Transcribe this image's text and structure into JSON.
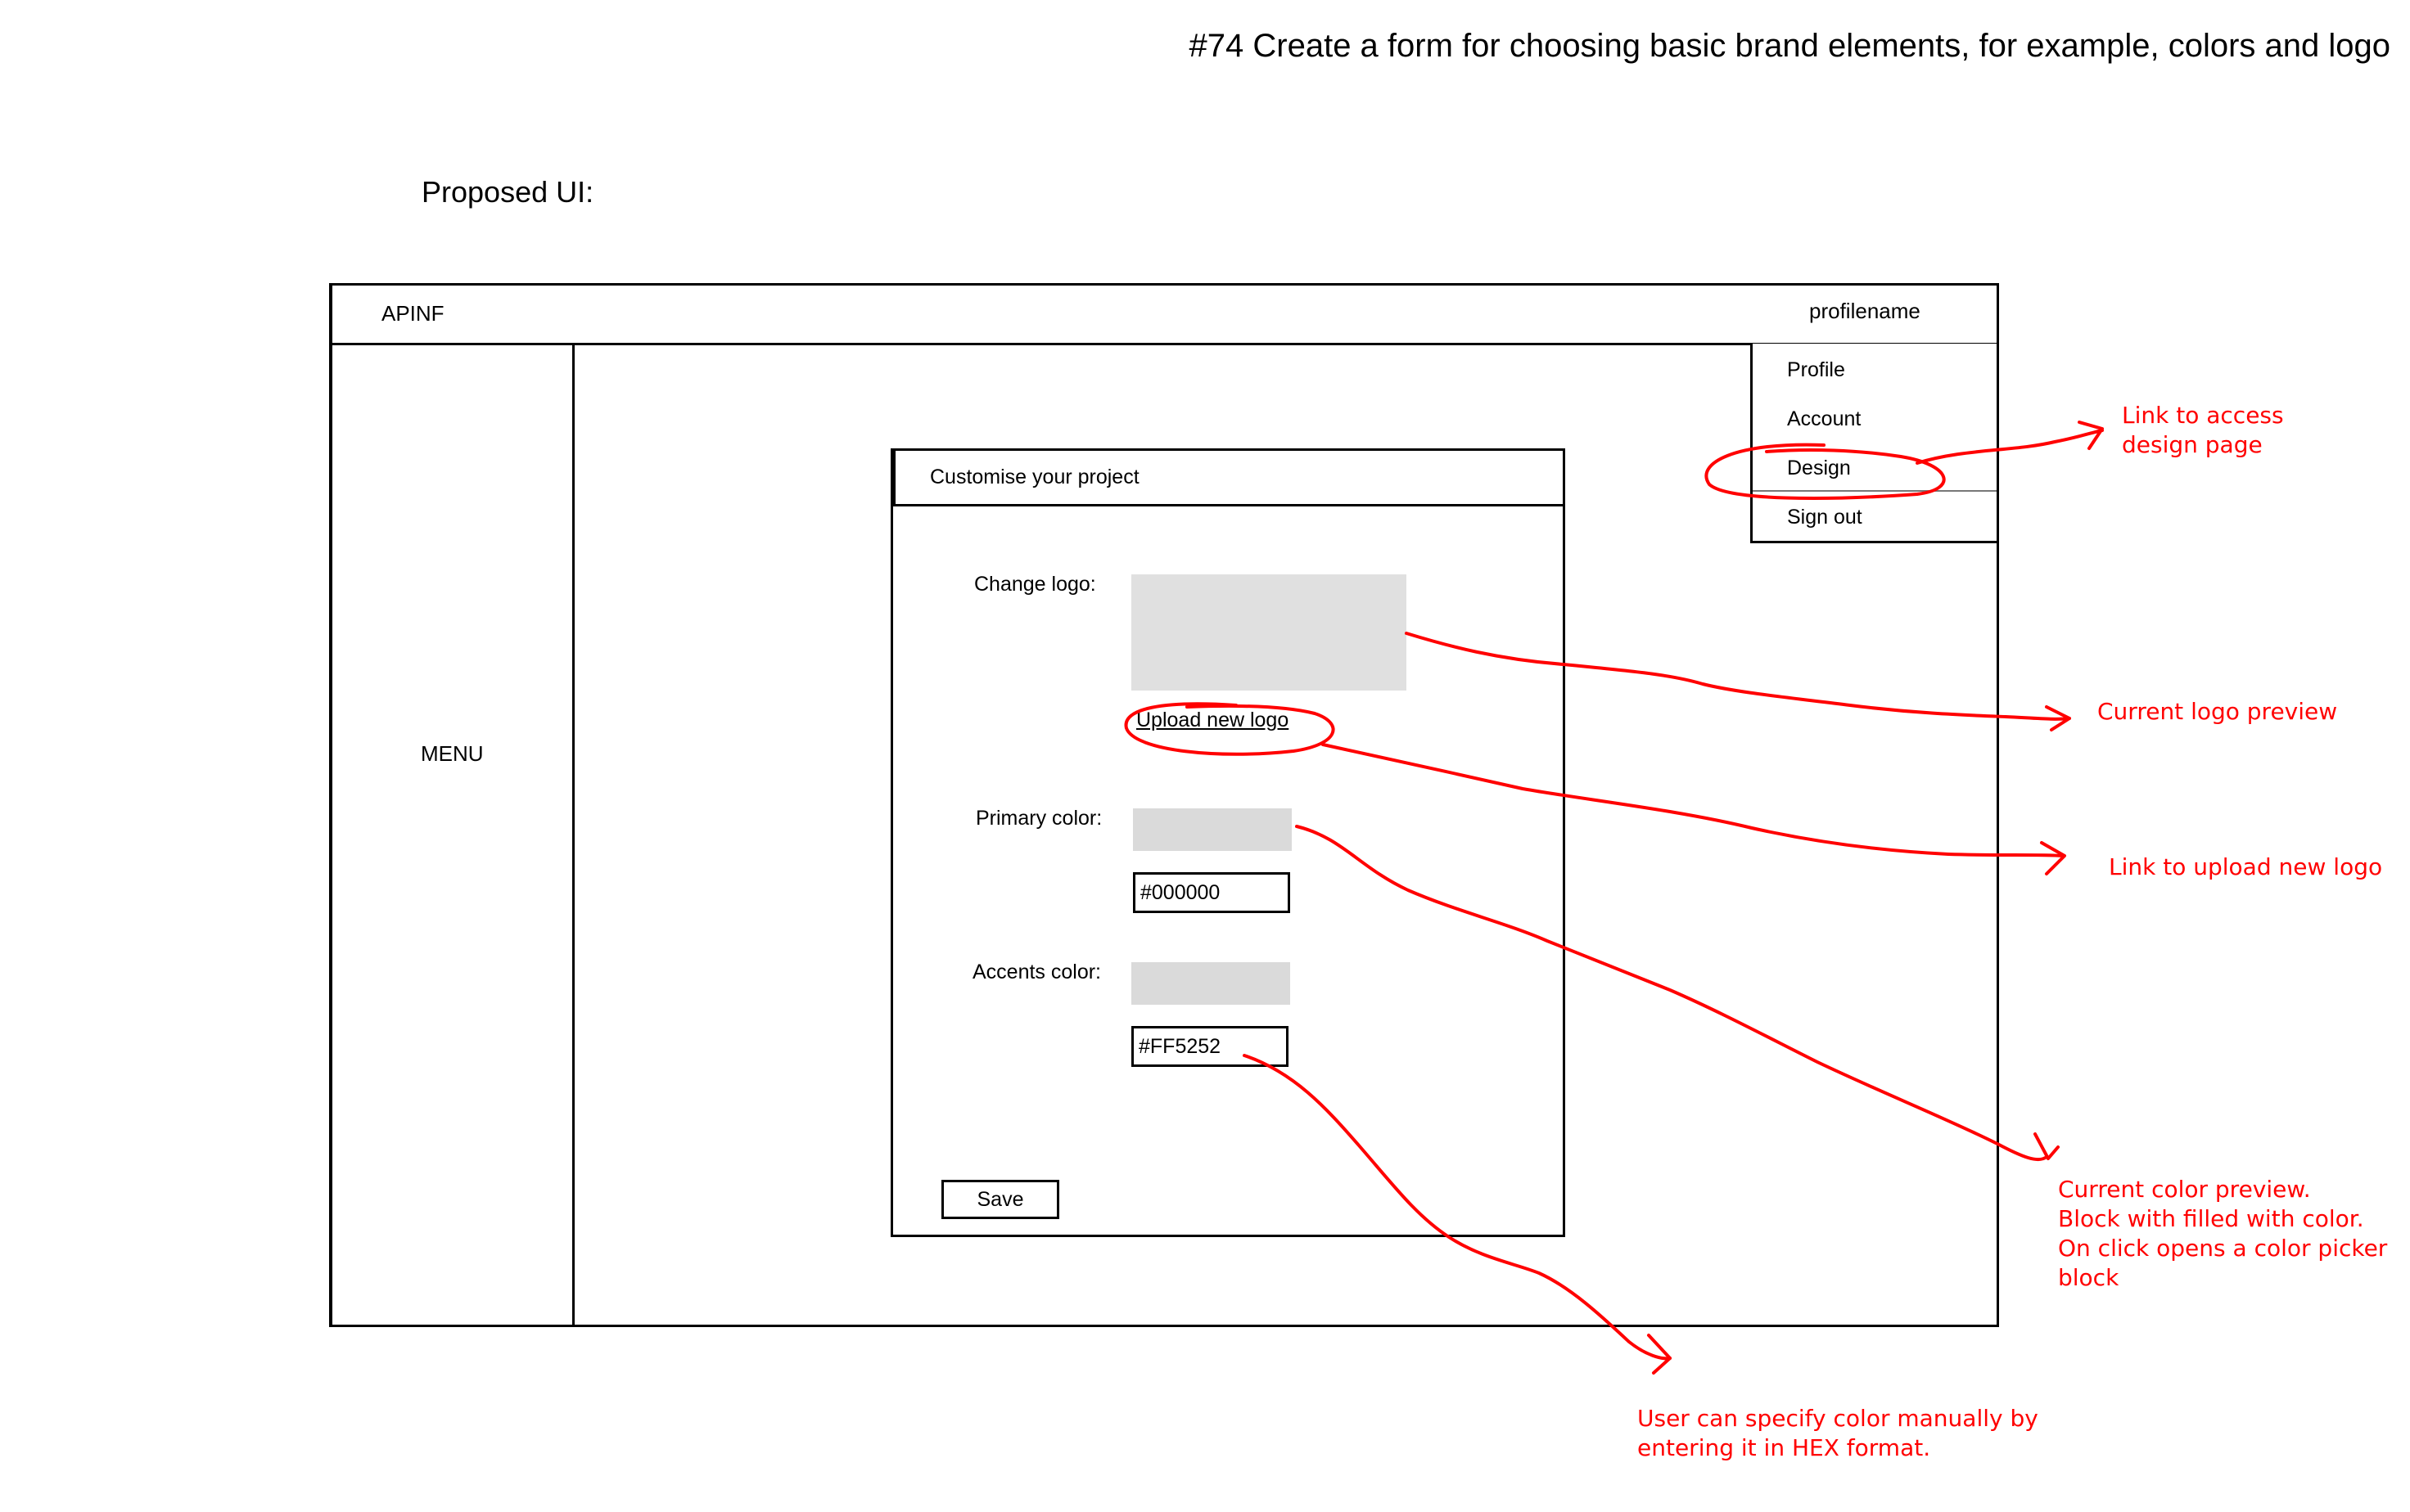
{
  "issue_title": "#74 Create a form for choosing basic brand elements, for example, colors and logo",
  "proposed_label": "Proposed UI:",
  "app": {
    "brand": "APINF",
    "profile_name": "profilename",
    "menu_label": "MENU"
  },
  "profile_menu": {
    "items": [
      {
        "label": "Profile"
      },
      {
        "label": "Account"
      },
      {
        "label": "Design"
      },
      {
        "label": "Sign out"
      }
    ]
  },
  "dialog": {
    "title": "Customise your project",
    "change_logo_label": "Change logo:",
    "upload_link": "Upload new logo",
    "primary_color_label": "Primary color:",
    "primary_color_value": "#000000",
    "accent_color_label": "Accents  color:",
    "accent_color_value": "#FF5252",
    "save_label": "Save"
  },
  "annotations": {
    "design_link": [
      "Link to access",
      "design page"
    ],
    "logo_preview": "Current logo preview",
    "upload_link": "Link to upload new logo",
    "color_preview": [
      "Current color preview.",
      "Block with filled with color.",
      "On click opens a color picker",
      "block"
    ],
    "hex_input": [
      "User can specify color manually by",
      "entering it in HEX format."
    ]
  },
  "colors": {
    "annotation": "#ff0000",
    "placeholder_fill": "#e0e0e0"
  }
}
